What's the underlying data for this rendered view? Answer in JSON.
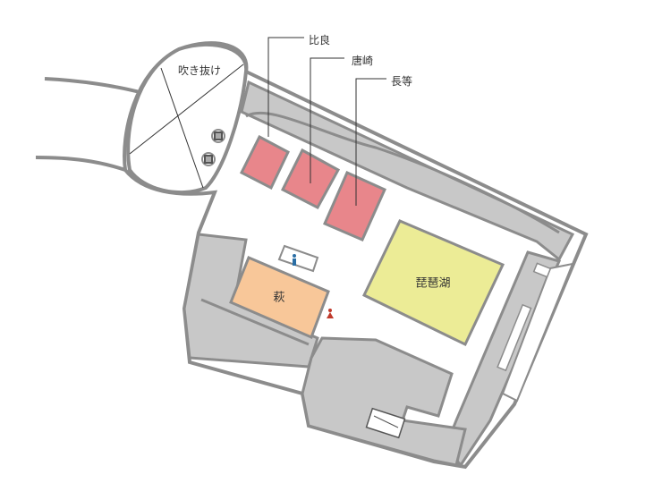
{
  "rooms": {
    "hira": "比良",
    "karasaki": "唐崎",
    "nagara": "長等",
    "biwako": "琵琶湖",
    "hagi": "萩"
  },
  "atrium": "吹き抜け",
  "colors": {
    "small_rooms": "#e8868b",
    "biwako": "#ecec96",
    "hagi": "#f8c799",
    "service": "#c8c8c8",
    "wall": "#8c8c8c"
  }
}
